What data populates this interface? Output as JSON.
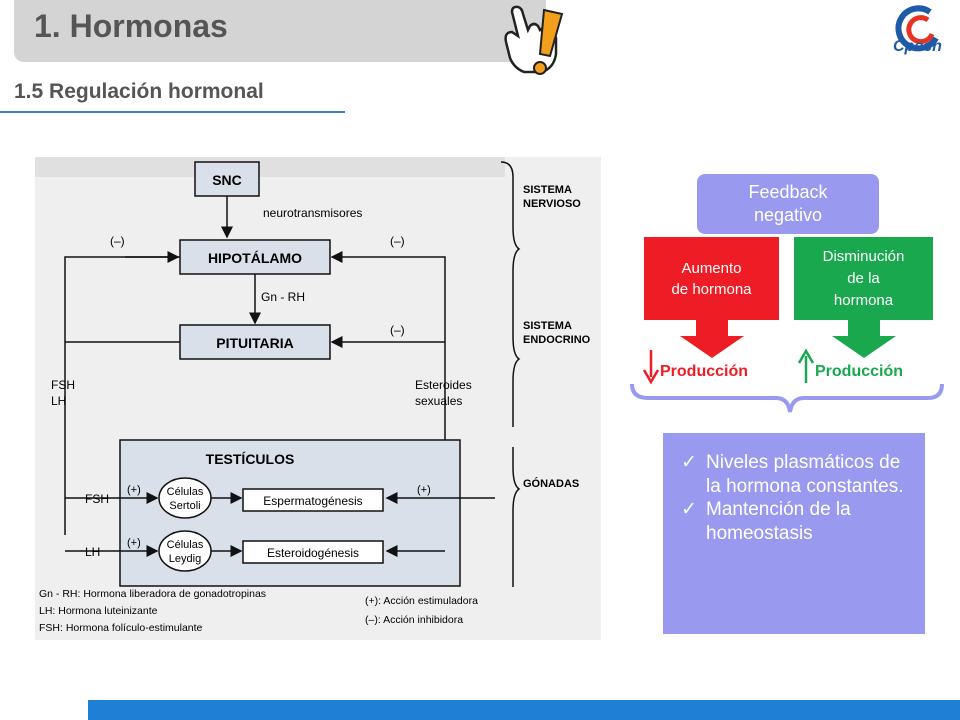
{
  "header": {
    "title": "1. Hormonas",
    "subtitle": "1.5 Regulación hormonal",
    "logo_text": "Cpech"
  },
  "diagram_image": {
    "nodes": {
      "snc": "SNC",
      "hipotalamo": "HIPOTÁLAMO",
      "pituitaria": "PITUITARIA",
      "testiculos": "TESTÍCULOS",
      "sertoli": [
        "Células",
        "Sertoli"
      ],
      "leydig": [
        "Células",
        "Leydig"
      ],
      "espermatogenesis": "Espermatogénesis",
      "esteroidogenesis": "Esteroidogénesis"
    },
    "edge_labels": {
      "neurotransmisores": "neurotransmisores",
      "gnrh": "Gn - RH",
      "fsh_lh": [
        "FSH",
        "LH"
      ],
      "esteroides": [
        "Esteroides",
        "sexuales"
      ],
      "fsh": "FSH",
      "lh": "LH",
      "minus": "(–)",
      "plus": "(+)"
    },
    "sections": {
      "nervioso": [
        "SISTEMA",
        "NERVIOSO"
      ],
      "endocrino": [
        "SISTEMA",
        "ENDOCRINO"
      ],
      "gonadas": "GÓNADAS"
    },
    "legend": [
      "Gn - RH: Hormona liberadora de gonadotropinas",
      "LH: Hormona luteinizante",
      "FSH: Hormona folículo-estimulante"
    ],
    "legend_right": [
      "(+): Acción estimuladora",
      "(–): Acción inhibidora"
    ]
  },
  "feedback": {
    "title": [
      "Feedback",
      "negativo"
    ],
    "increase": [
      "Aumento",
      "de hormona"
    ],
    "decrease": [
      "Disminución",
      "de la",
      "hormona"
    ],
    "production_down": "Producción",
    "production_up": "Producción",
    "colors": {
      "red": "#ee1c25",
      "green": "#1aa84f",
      "lavender": "#9999f0"
    }
  },
  "result": {
    "items": [
      "Niveles plasmáticos de la hormona constantes.",
      "Mantención de la homeostasis"
    ]
  }
}
